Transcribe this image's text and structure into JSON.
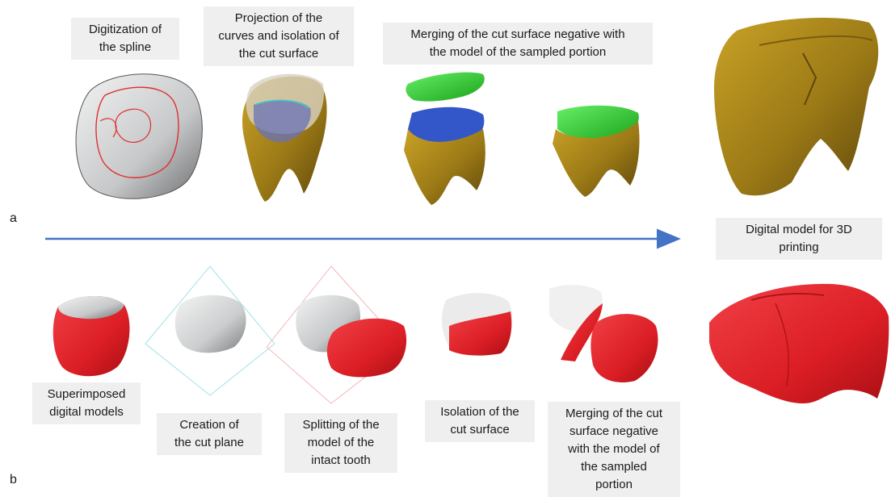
{
  "panels": {
    "a": {
      "letter": "a"
    },
    "b": {
      "letter": "b"
    }
  },
  "captions": {
    "digitization": "Digitization of\nthe spline",
    "projection": "Projection of the\ncurves and isolation of\nthe cut surface",
    "merging_top": "Merging of the cut surface negative with\nthe model of the sampled portion",
    "digital_model": "Digital model for 3D\nprinting",
    "superimposed": "Superimposed\ndigital models",
    "creation": "Creation of\nthe cut plane",
    "splitting": "Splitting of the\nmodel of the\nintact tooth",
    "isolation": "Isolation of the\ncut surface",
    "merging_bottom": "Merging of the cut\nsurface negative\nwith the model of\nthe sampled\nportion"
  },
  "colors": {
    "arrow": "#4472c4",
    "tooth_gold": "#a9861a",
    "tooth_gold_dark": "#6e5410",
    "surface_green": "#3fd33f",
    "surface_blue": "#2d4fbf",
    "enamel_grey": "#cfd1d2",
    "model_red": "#e8282e",
    "spline_red": "#e03030",
    "plane_cyan": "#7fd6e0",
    "plane_pink": "#f2a2a8"
  }
}
